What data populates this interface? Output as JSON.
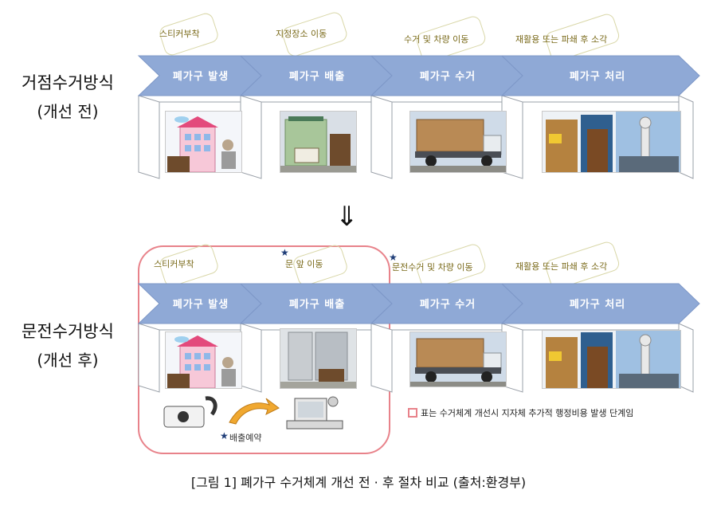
{
  "rows": {
    "before": {
      "title": "거점수거방식",
      "subtitle": "(개선 전)",
      "steps": [
        "폐가구 발생",
        "폐가구 배출",
        "폐가구 수거",
        "폐가구 처리"
      ],
      "notes": [
        "스티커부착",
        "지정장소 이동",
        "수거 및 차량 이동",
        "재활용 또는 파쇄 후 소각"
      ]
    },
    "after": {
      "title": "문전수거방식",
      "subtitle": "(개선 후)",
      "steps": [
        "폐가구 발생",
        "폐가구 배출",
        "폐가구 수거",
        "폐가구 처리"
      ],
      "notes": [
        "스티커부착",
        "문 앞 이동",
        "문전수거 및 차량 이동",
        "재활용 또는 파쇄 후 소각"
      ],
      "reservation": "배출예약"
    }
  },
  "arrow": "⇓",
  "star": "★",
  "legend": "표는 수거체계 개선시 지자체 추가적 행정비용 발생 단계임",
  "caption": "[그림 1] 폐가구 수거체계 개선 전 · 후 절차 비교 (출처:환경부)",
  "colors": {
    "chevron": "#8fa9d6",
    "chevron_dark": "#6f8fc8",
    "highlight": "#e8828a",
    "note": "#7a6a1a"
  }
}
